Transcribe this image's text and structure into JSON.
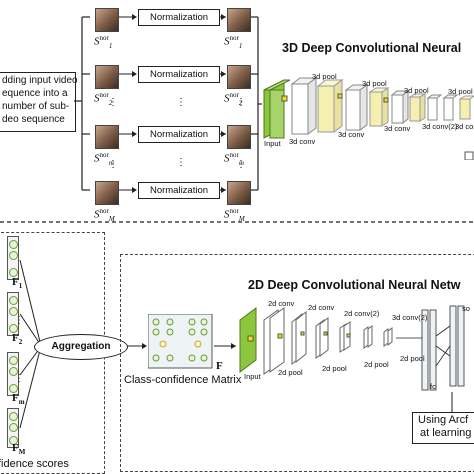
{
  "top": {
    "split_text": [
      "dding input video",
      "equence into a",
      "number of sub-",
      "deo sequence"
    ],
    "norm_label": "Normalization",
    "segments_in": [
      {
        "base": "S",
        "sup": "nor",
        "sub": "1"
      },
      {
        "base": "S",
        "sup": "nor",
        "sub": "2"
      },
      {
        "base": "S",
        "sup": "nor",
        "sub": "m"
      },
      {
        "base": "S",
        "sup": "nor",
        "sub": "M"
      }
    ],
    "segments_out": [
      {
        "base": "S",
        "sup": "nor",
        "sub": "1"
      },
      {
        "base": "S",
        "sup": "nor",
        "sub": "2"
      },
      {
        "base": "S",
        "sup": "nor",
        "sub": "m"
      },
      {
        "base": "S",
        "sup": "nor",
        "sub": "M"
      }
    ],
    "cnn3d_title": "3D Deep Convolutional Neural",
    "cnn3d_labels": {
      "input": "Input",
      "conv1": "3d conv",
      "pool1": "3d pool",
      "conv2": "3d conv",
      "pool2": "3d pool",
      "conv3": "3d conv",
      "pool3": "3d pool",
      "conv4": "3d conv(2)",
      "pool4": "3d pool",
      "conv5": "3d conv(2)"
    }
  },
  "bottom": {
    "features": [
      {
        "base": "F",
        "sub": "1"
      },
      {
        "base": "F",
        "sub": "2"
      },
      {
        "base": "F",
        "sub": "m"
      },
      {
        "base": "F",
        "sub": "M"
      }
    ],
    "scores_label": "fidence scores",
    "aggregation": "Aggregation",
    "matrix_label": "Class-confidence Matrix",
    "matrix_symbol": "F",
    "cnn2d_title": "2D Deep Convolutional Neural Netw",
    "cnn2d_labels": {
      "input": "Input",
      "conv1": "2d conv",
      "pool1": "2d pool",
      "conv2": "2d conv",
      "pool2": "2d pool",
      "conv3": "2d conv(2)",
      "pool3": "2d pool",
      "conv4": "3d conv(2)",
      "pool4": "2d pool",
      "fc": "fc",
      "so": "so"
    },
    "arcface": [
      "Using Arcf",
      "at learning"
    ]
  },
  "colors": {
    "accent_green": "#8cc63f",
    "layer_yellow": "#f5f0b0"
  }
}
